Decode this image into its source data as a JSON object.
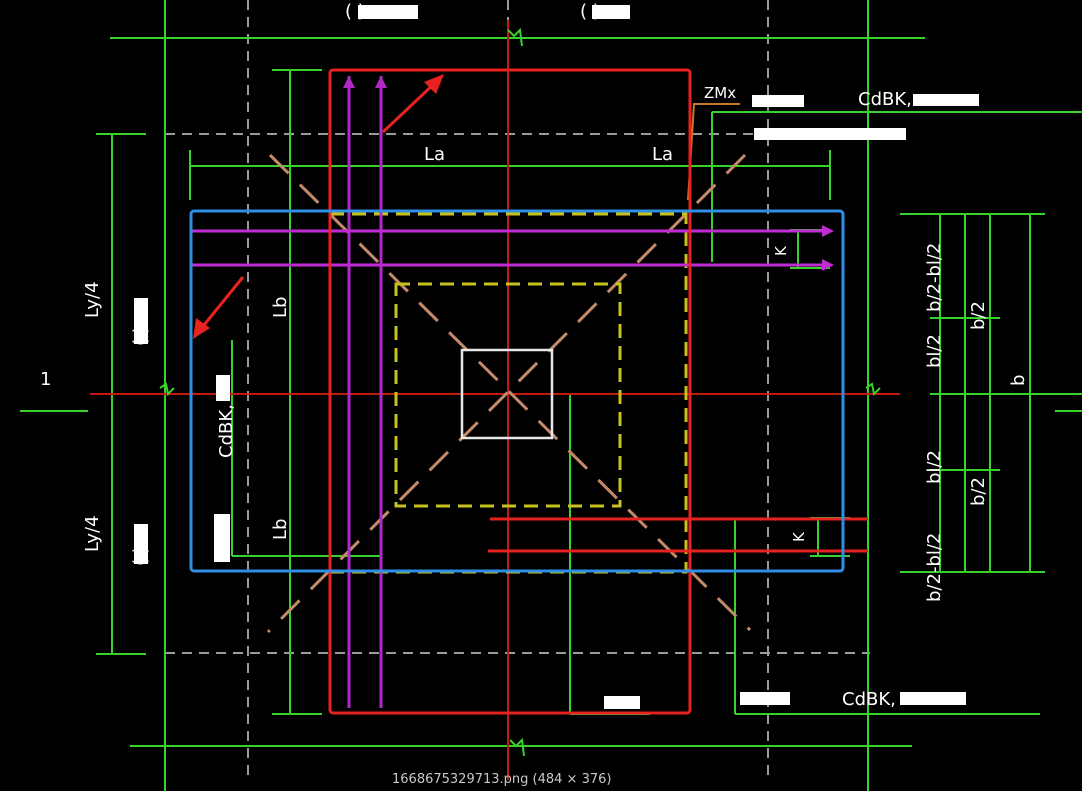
{
  "colors": {
    "background": "#000000",
    "grid_green": "#39d12c",
    "red_outline": "#e8221e",
    "blue_outline": "#2f8fe6",
    "yellow_dashed": "#c8c21c",
    "purple_bars": "#b02ac8",
    "magenta_bars": "#c02bd6",
    "axis_red": "#c41a12",
    "diagonal_tan": "#c48a6a",
    "grey_dashed": "#9a9a9a",
    "column_white": "#e8e8e8",
    "orange_leader": "#c8762a"
  },
  "labels": {
    "paren_top_left": "(        )",
    "paren_top_right": "(        )",
    "la_left": "La",
    "la_right": "La",
    "zmx": "ZMx",
    "cd_top": "CdBK,",
    "k_upper": "K",
    "k_lower": "K",
    "lb_upper": "Lb",
    "lb_lower": "Lb",
    "cd_left": "CdBK,",
    "ly4_upper": "Ly/4",
    "ly4_lower": "Ly/4",
    "paren_left_upper": "(       )",
    "paren_left_lower": "(       )",
    "dim_b2_bl2_top": "b/2-bl/2",
    "dim_bl2_top": "bl/2",
    "dim_bl2_bottom": "bl/2",
    "dim_b2_bl2_bottom": "b/2-bl/2",
    "dim_b2_top": "b/2",
    "dim_b2_bottom": "b/2",
    "dim_b": "b",
    "cd_bottom": "CdBK,",
    "marker_1": "1",
    "caption": "1668675329713.png (484 × 376)"
  },
  "icons": {
    "arrow_top": "red-arrow-icon",
    "arrow_left": "red-arrow-icon",
    "break_top": "break-symbol-icon",
    "break_bottom": "break-symbol-icon"
  }
}
